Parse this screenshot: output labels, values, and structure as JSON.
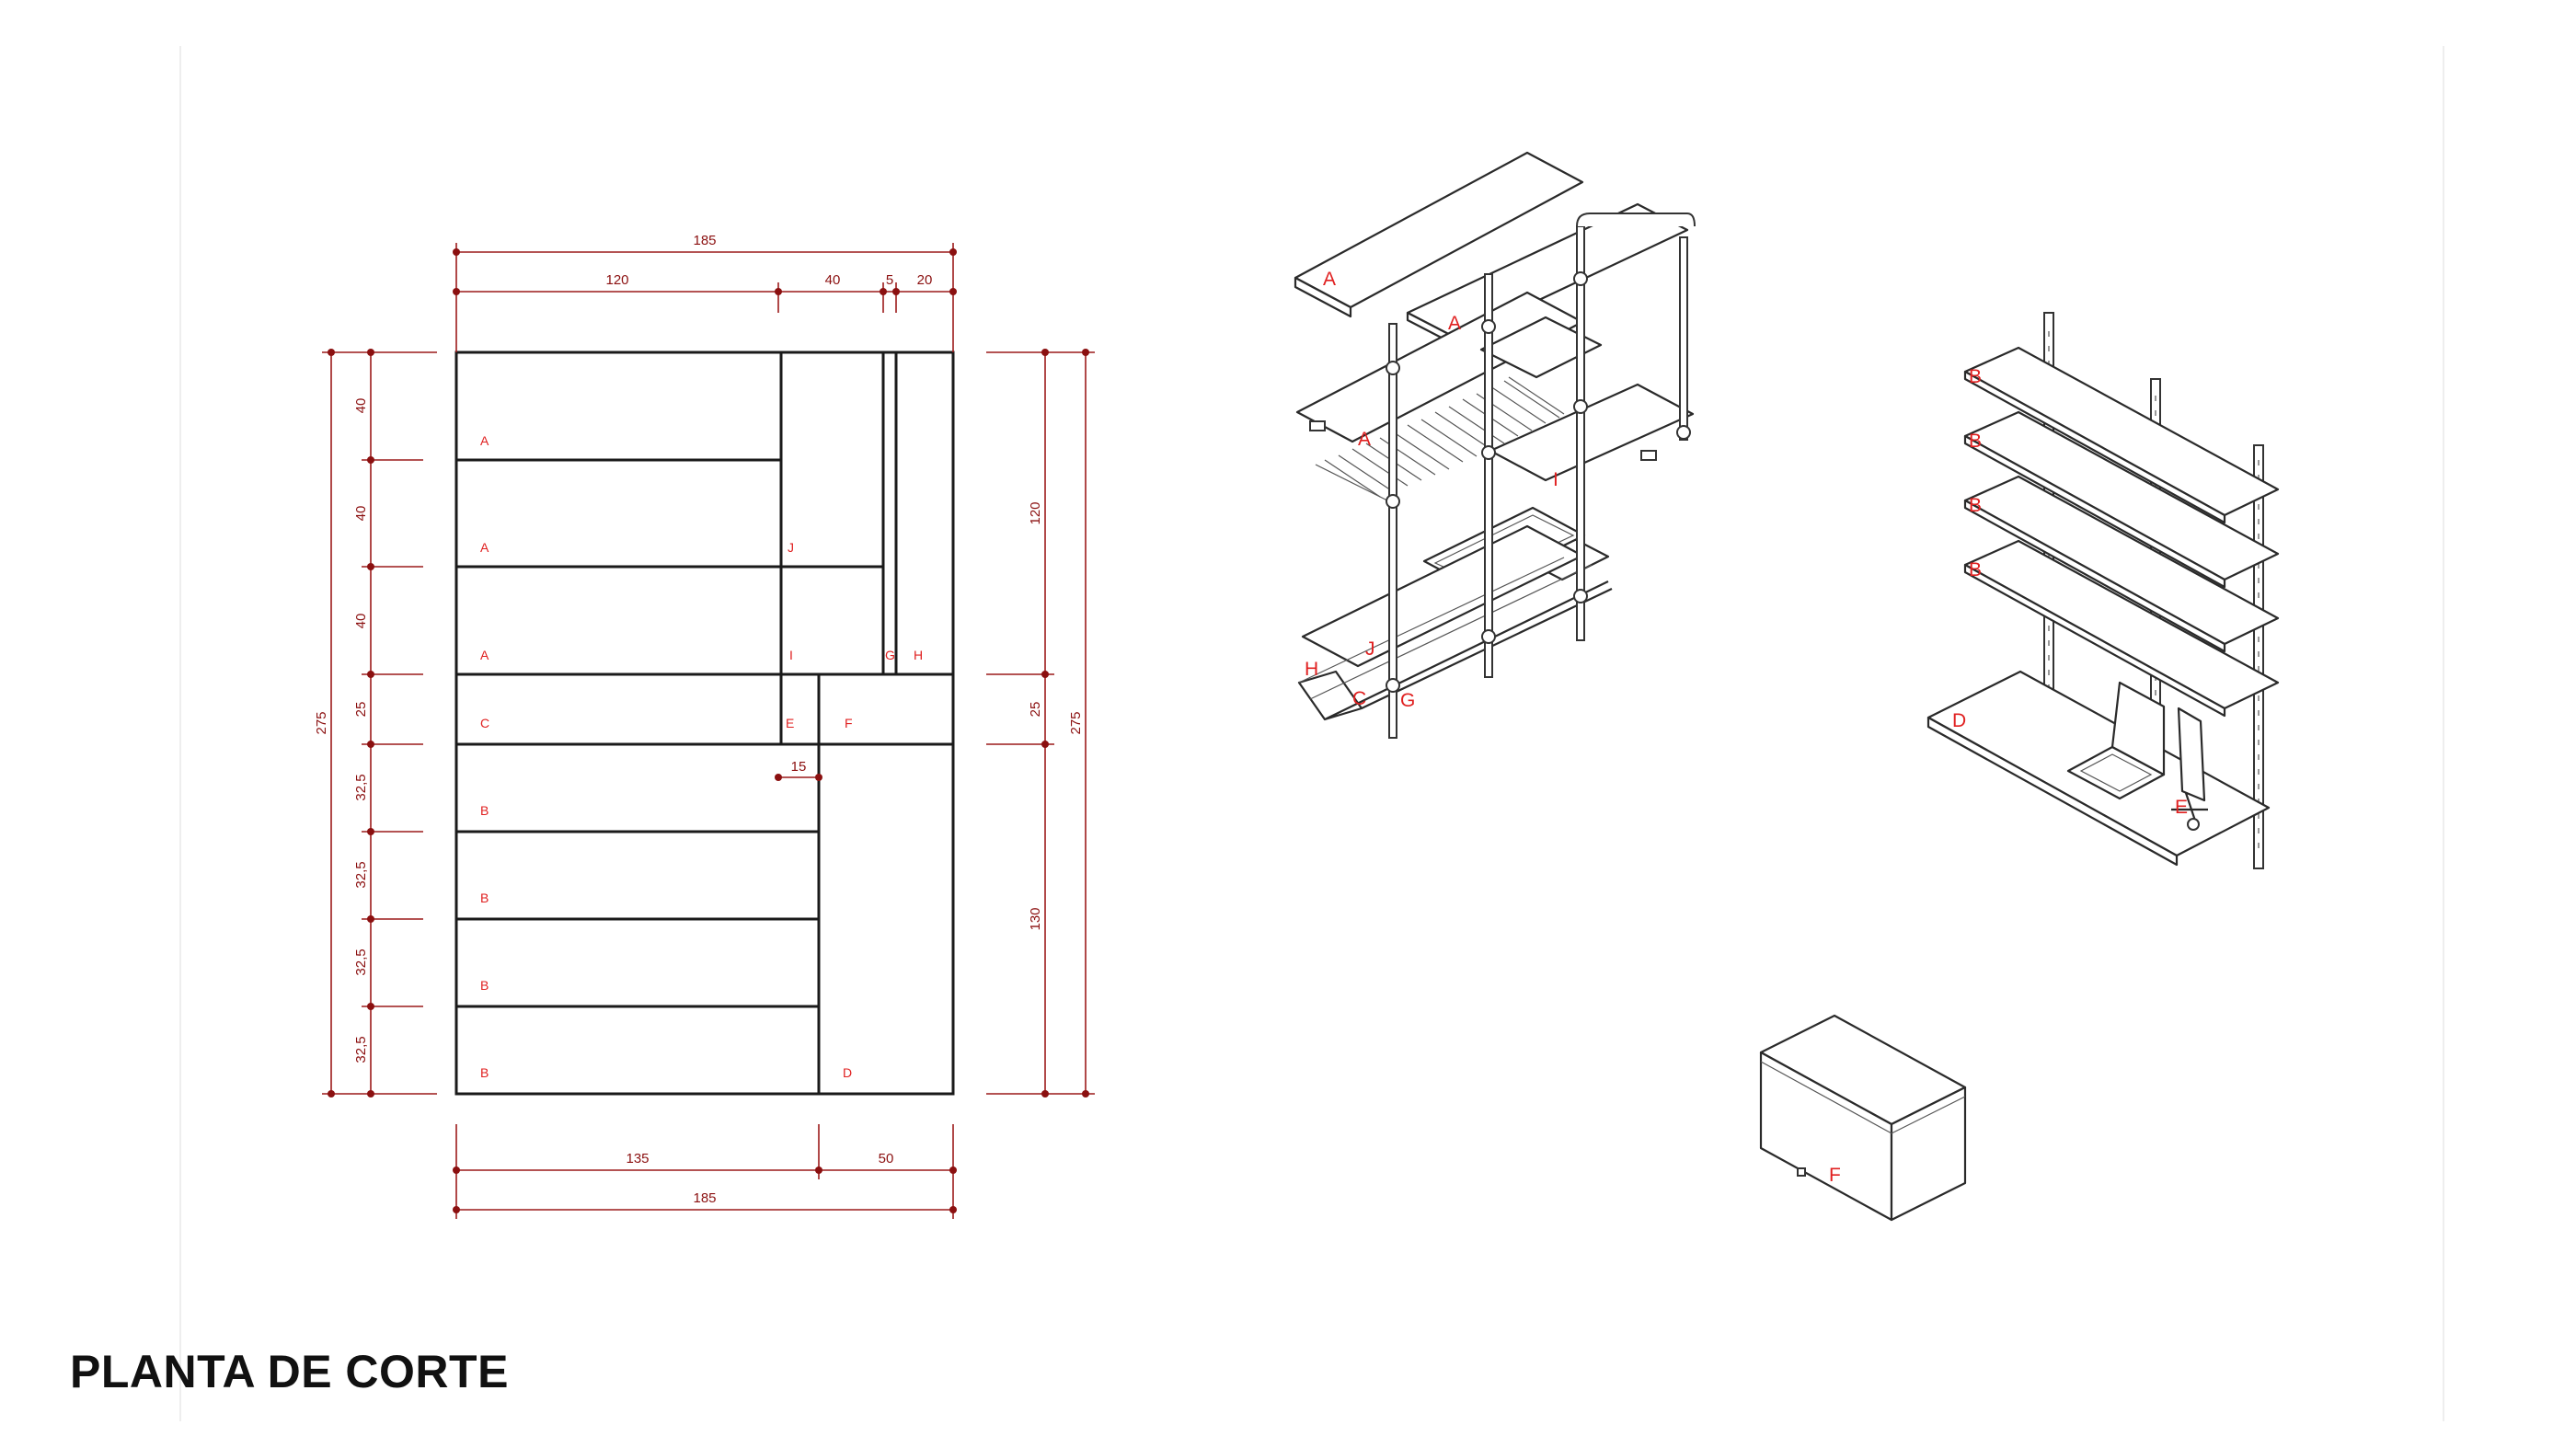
{
  "title": "PLANTA DE CORTE",
  "colors": {
    "cut_line": "#1a1a1a",
    "dimension": "#8b1010",
    "label": "#e02020"
  },
  "plan": {
    "top_dims": {
      "total": "185",
      "a": "120",
      "b": "40",
      "c": "5",
      "d": "20"
    },
    "bottom_dims": {
      "a": "135",
      "b": "50",
      "total": "185"
    },
    "left_dims": {
      "total": "275",
      "r1": "40",
      "r2": "40",
      "r3": "40",
      "r4": "25",
      "r5": "32,5",
      "r6": "32,5",
      "r7": "32,5",
      "r8": "32,5"
    },
    "right_dims": {
      "total": "275",
      "upper": "120",
      "mid": "25",
      "lower": "130"
    },
    "inner_dim": "15",
    "labels": {
      "a1": "A",
      "a2": "A",
      "a3": "A",
      "c": "C",
      "b1": "B",
      "b2": "B",
      "b3": "B",
      "b4": "B",
      "j": "J",
      "i": "I",
      "g": "G",
      "h": "H",
      "e": "E",
      "f": "F",
      "d": "D"
    }
  },
  "iso_shelf": {
    "a1": "A",
    "a2": "A",
    "a3": "A",
    "i": "I",
    "j": "J",
    "h": "H",
    "c": "C",
    "g": "G"
  },
  "iso_wall": {
    "b1": "B",
    "b2": "B",
    "b3": "B",
    "b4": "B",
    "d": "D",
    "e": "E"
  },
  "iso_box": {
    "f": "F"
  }
}
